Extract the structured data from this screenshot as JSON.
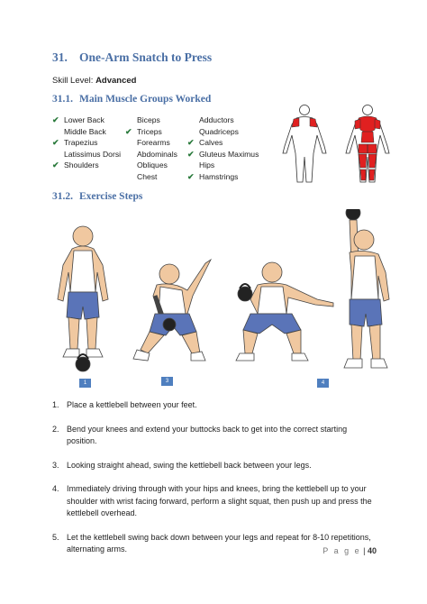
{
  "section": {
    "number": "31.",
    "title": "One-Arm Snatch to Press"
  },
  "skill": {
    "label": "Skill Level: ",
    "value": "Advanced"
  },
  "muscle_section": {
    "number": "31.1.",
    "title": "Main Muscle Groups Worked"
  },
  "muscle_columns": [
    [
      {
        "name": "Lower Back",
        "checked": true
      },
      {
        "name": "Middle Back",
        "checked": false
      },
      {
        "name": "Trapezius",
        "checked": true
      },
      {
        "name": "Latissimus Dorsi",
        "checked": false
      },
      {
        "name": "Shoulders",
        "checked": true
      }
    ],
    [
      {
        "name": "Biceps",
        "checked": false
      },
      {
        "name": "Triceps",
        "checked": true
      },
      {
        "name": "Forearms",
        "checked": false
      },
      {
        "name": "Abdominals",
        "checked": false
      },
      {
        "name": "Obliques",
        "checked": false
      },
      {
        "name": "Chest",
        "checked": false
      }
    ],
    [
      {
        "name": "Adductors",
        "checked": false
      },
      {
        "name": "Quadriceps",
        "checked": false
      },
      {
        "name": "Calves",
        "checked": true
      },
      {
        "name": "Gluteus Maximus",
        "checked": true
      },
      {
        "name": "Hips",
        "checked": false
      },
      {
        "name": "Hamstrings",
        "checked": true
      }
    ]
  ],
  "check_mark": "✔",
  "steps_section": {
    "number": "31.2.",
    "title": "Exercise Steps"
  },
  "figure_labels": [
    "1",
    "3",
    "4"
  ],
  "steps": [
    {
      "n": "1.",
      "text": "Place a kettlebell between your feet."
    },
    {
      "n": "2.",
      "text": "Bend your knees and extend your buttocks back to get into the correct starting position."
    },
    {
      "n": "3.",
      "text": "Looking straight ahead, swing the kettlebell back between your legs."
    },
    {
      "n": "4.",
      "text": "Immediately driving through with your hips and knees, bring the kettlebell up to your shoulder with wrist facing forward, perform a slight squat, then push up and press the kettlebell overhead."
    },
    {
      "n": "5.",
      "text": "Let the kettlebell swing back down between your legs and repeat for 8-10 repetitions, alternating arms."
    }
  ],
  "footer": {
    "page_word": "P a g e",
    "separator": " | ",
    "page_number": "40"
  },
  "colors": {
    "heading": "#4a6fa5",
    "check": "#2a7a3c",
    "label_box": "#4f7fbf",
    "muscle_highlight": "#e02020",
    "shorts": "#5a74b8",
    "skin": "#f0c8a0"
  }
}
